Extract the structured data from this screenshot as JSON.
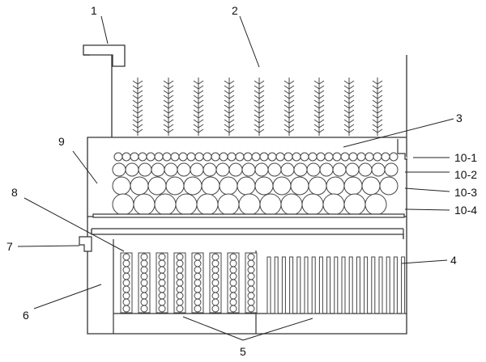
{
  "labels": {
    "l1": "1",
    "l2": "2",
    "l3": "3",
    "l4": "4",
    "l5": "5",
    "l6": "6",
    "l7": "7",
    "l8": "8",
    "l9": "9",
    "l10_1": "10-1",
    "l10_2": "10-2",
    "l10_3": "10-3",
    "l10_4": "10-4"
  },
  "colors": {
    "line": "#333333",
    "stroke_light": "#555555",
    "background": "#ffffff"
  }
}
